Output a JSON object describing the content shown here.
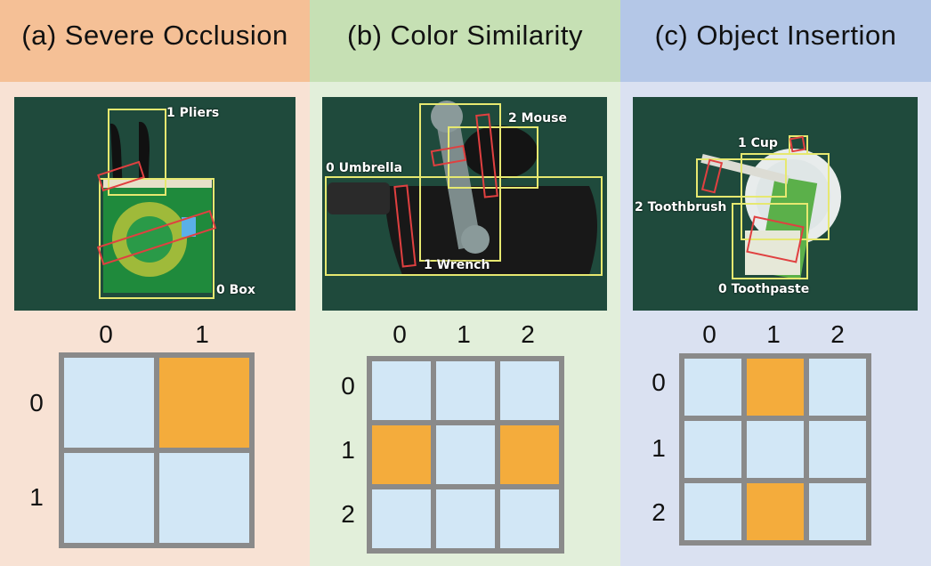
{
  "colors": {
    "grid_off": "#d2e7f6",
    "grid_on": "#f4ac3c",
    "grid_border": "#8a8a8a"
  },
  "panels": [
    {
      "title": "(a) Severe Occlusion",
      "labels": [
        "1 Pliers",
        "0 Box"
      ],
      "col_labels": [
        "0",
        "1"
      ],
      "row_labels": [
        "0",
        "1"
      ],
      "matrix": [
        [
          0,
          1
        ],
        [
          0,
          0
        ]
      ]
    },
    {
      "title": "(b) Color Similarity",
      "labels": [
        "2 Mouse",
        "0 Umbrella",
        "1 Wrench"
      ],
      "col_labels": [
        "0",
        "1",
        "2"
      ],
      "row_labels": [
        "0",
        "1",
        "2"
      ],
      "matrix": [
        [
          0,
          0,
          0
        ],
        [
          1,
          0,
          1
        ],
        [
          0,
          0,
          0
        ]
      ]
    },
    {
      "title": "(c) Object Insertion",
      "labels": [
        "1 Cup",
        "2 Toothbrush",
        "0 Toothpaste"
      ],
      "col_labels": [
        "0",
        "1",
        "2"
      ],
      "row_labels": [
        "0",
        "1",
        "2"
      ],
      "matrix": [
        [
          0,
          1,
          0
        ],
        [
          0,
          0,
          0
        ],
        [
          0,
          1,
          0
        ]
      ]
    }
  ]
}
